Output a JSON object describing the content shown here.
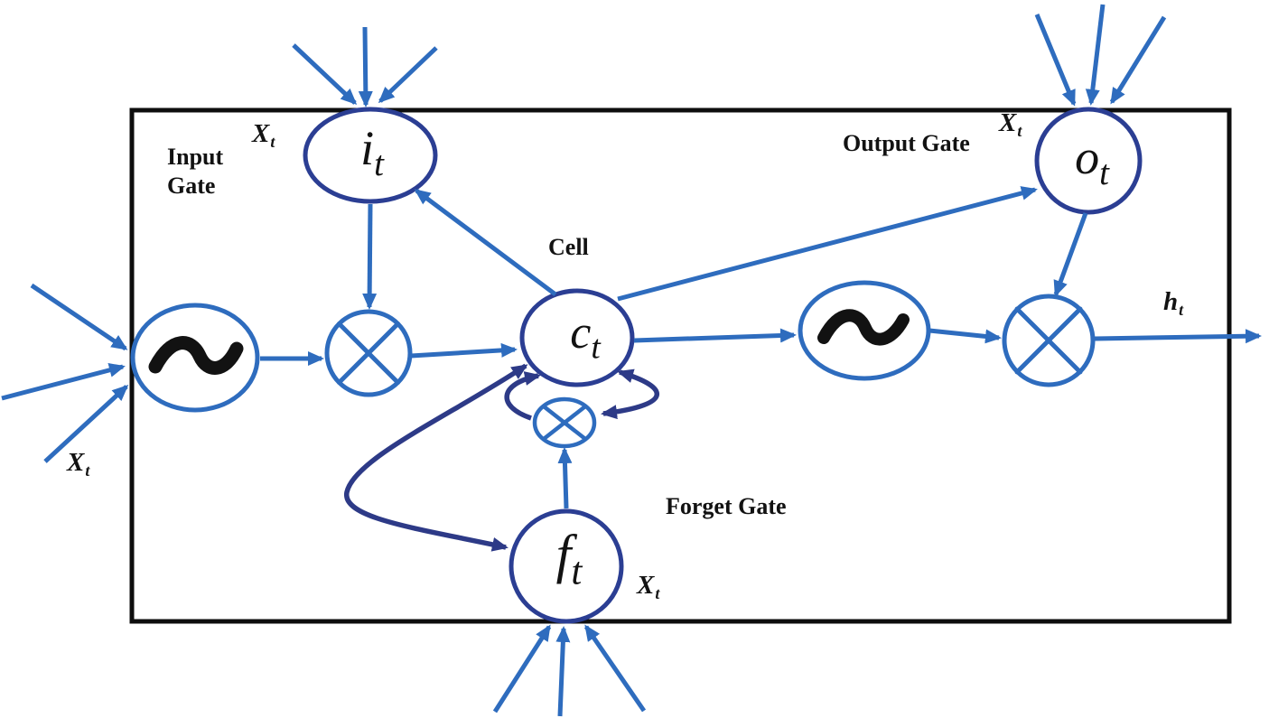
{
  "figure": {
    "type": "lstm-cell-diagram",
    "gate_labels": {
      "input": "Input Gate",
      "output": "Output Gate",
      "cell": "Cell",
      "forget": "Forget Gate"
    },
    "node_symbols": {
      "input": {
        "main": "i",
        "sub": "t"
      },
      "cell": {
        "main": "c",
        "sub": "t"
      },
      "forget": {
        "main": "f",
        "sub": "t"
      },
      "output": {
        "main": "o",
        "sub": "t"
      }
    },
    "signal_labels": {
      "x_left": {
        "main": "X",
        "sub": "t"
      },
      "x_input_gate": {
        "main": "X",
        "sub": "t"
      },
      "x_output_gate": {
        "main": "X",
        "sub": "t"
      },
      "x_forget_gate": {
        "main": "X",
        "sub": "t"
      },
      "h_output": {
        "main": "h",
        "sub": "t"
      }
    },
    "icons": {
      "squash_left": "tilde-icon",
      "squash_right": "tilde-icon",
      "multiply_input": "multiply-icon",
      "multiply_cell_loop": "multiply-icon",
      "multiply_output": "multiply-icon"
    },
    "colors": {
      "arrow_blue": "#2e6cbe",
      "node_navy": "#2b3e93",
      "loop_navy": "#2d3a87",
      "symbol_black": "#121212",
      "frame_black": "#0e0e0e",
      "background": "#ffffff"
    }
  }
}
